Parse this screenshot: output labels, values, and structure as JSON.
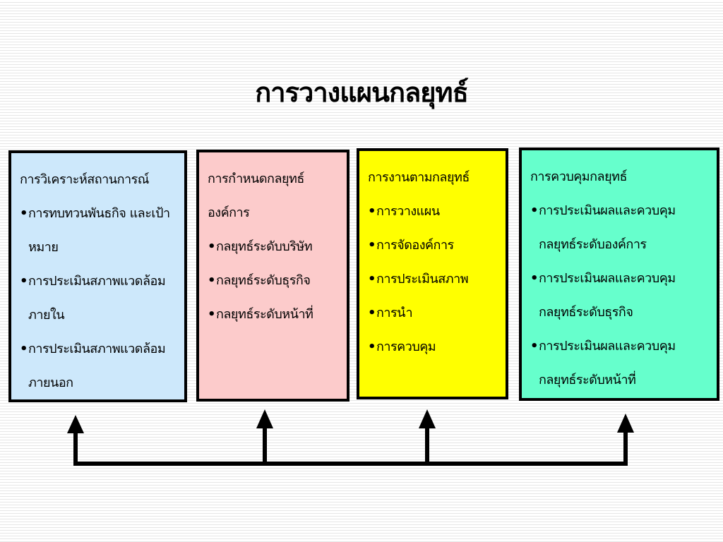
{
  "title": "การวางแผนกลยุทธ์",
  "boxes": [
    {
      "heading": "การวิเคราะห์สถานการณ์",
      "color": "#cde8fb",
      "items": [
        "การทบทวนพันธกิจ และเป้าหมาย",
        "การประเมินสภาพแวดล้อมภายใน",
        "การประเมินสภาพแวดล้อมภายนอก"
      ]
    },
    {
      "heading": "การกำหนดกลยุทธ์องค์การ",
      "color": "#fccbcb",
      "items": [
        "กลยุทธ์ระดับบริษัท",
        "กลยุทธ์ระดับธุรกิจ",
        "กลยุทธ์ระดับหน้าที่"
      ]
    },
    {
      "heading": "การงานตามกลยุทธ์",
      "color": "#ffff00",
      "items": [
        "การวางแผน",
        "การจัดองค์การ",
        "การประเมินสภาพ",
        "การนำ",
        "การควบคุม"
      ]
    },
    {
      "heading": "การควบคุมกลยุทธ์",
      "color": "#66ffcc",
      "items": [
        "การประเมินผลและควบคุม กลยุทธ์ระดับองค์การ",
        "การประเมินผลและควบคุม กลยุทธ์ระดับธุรกิจ",
        "การประเมินผลและควบคุม กลยุทธ์ระดับหน้าที่"
      ]
    }
  ],
  "bullet": "•"
}
